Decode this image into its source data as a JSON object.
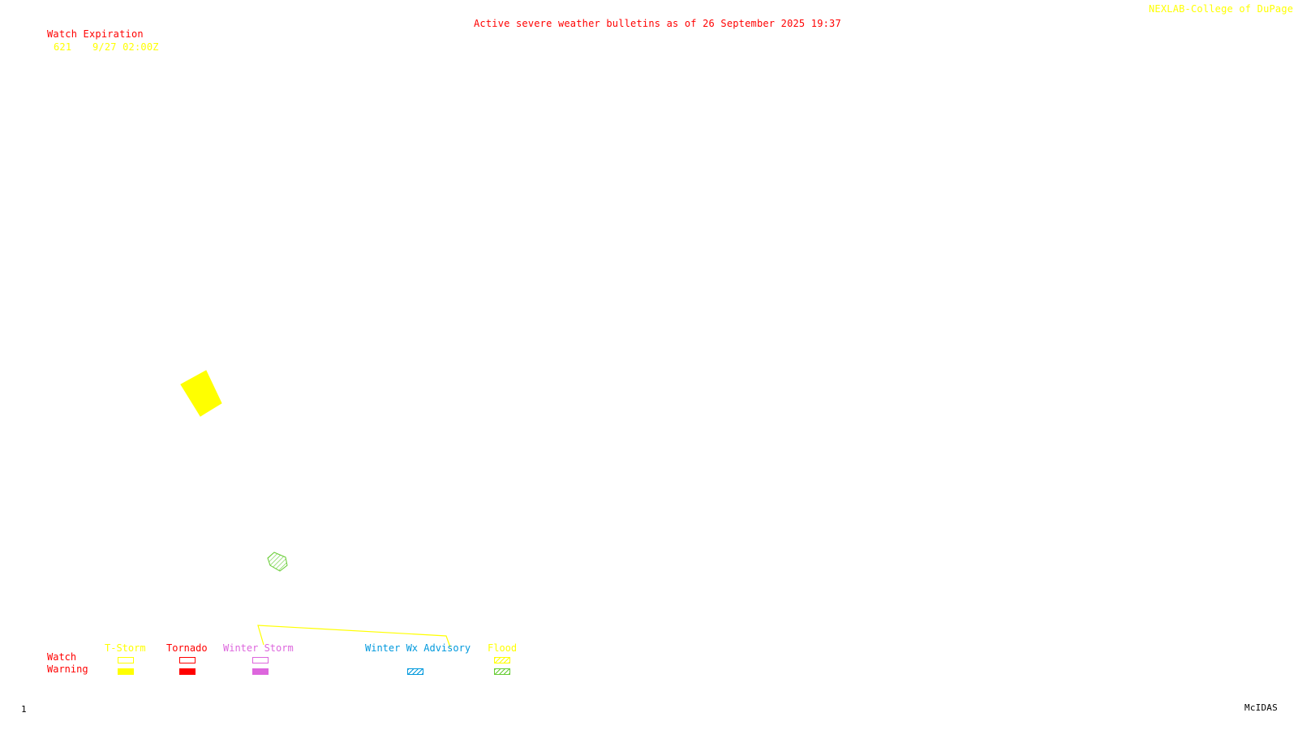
{
  "header": {
    "title": "Active severe weather bulletins as of 26 September 2025 19:37",
    "credit": "NEXLAB-College of DuPage R"
  },
  "watch_expiration": {
    "heading": "Watch Expiration",
    "entries": [
      {
        "id": "621",
        "expires": "9/27 02:00Z"
      }
    ]
  },
  "legend": {
    "row_labels": {
      "watch": "Watch",
      "warning": "Warning"
    },
    "categories": [
      {
        "key": "tstorm",
        "label": "T-Storm",
        "color": "#ffff00"
      },
      {
        "key": "tornado",
        "label": "Tornado",
        "color": "#ff0000"
      },
      {
        "key": "winter_storm",
        "label": "Winter Storm",
        "color": "#dd66dd"
      },
      {
        "key": "winter_wx_advisory",
        "label": "Winter Wx Advisory",
        "color": "#0099dd"
      },
      {
        "key": "flood",
        "label": "Flood",
        "color": "#ffff00"
      }
    ],
    "flood_warning_color": "#66cc33"
  },
  "map": {
    "polygons": [
      {
        "type": "tstorm-warning",
        "color": "#ffff00"
      },
      {
        "type": "flood-warning",
        "color": "#66cc33"
      },
      {
        "type": "tstorm-watch",
        "color": "#ffff00"
      }
    ]
  },
  "footer": {
    "frame_number": "1",
    "software": "McIDAS"
  }
}
